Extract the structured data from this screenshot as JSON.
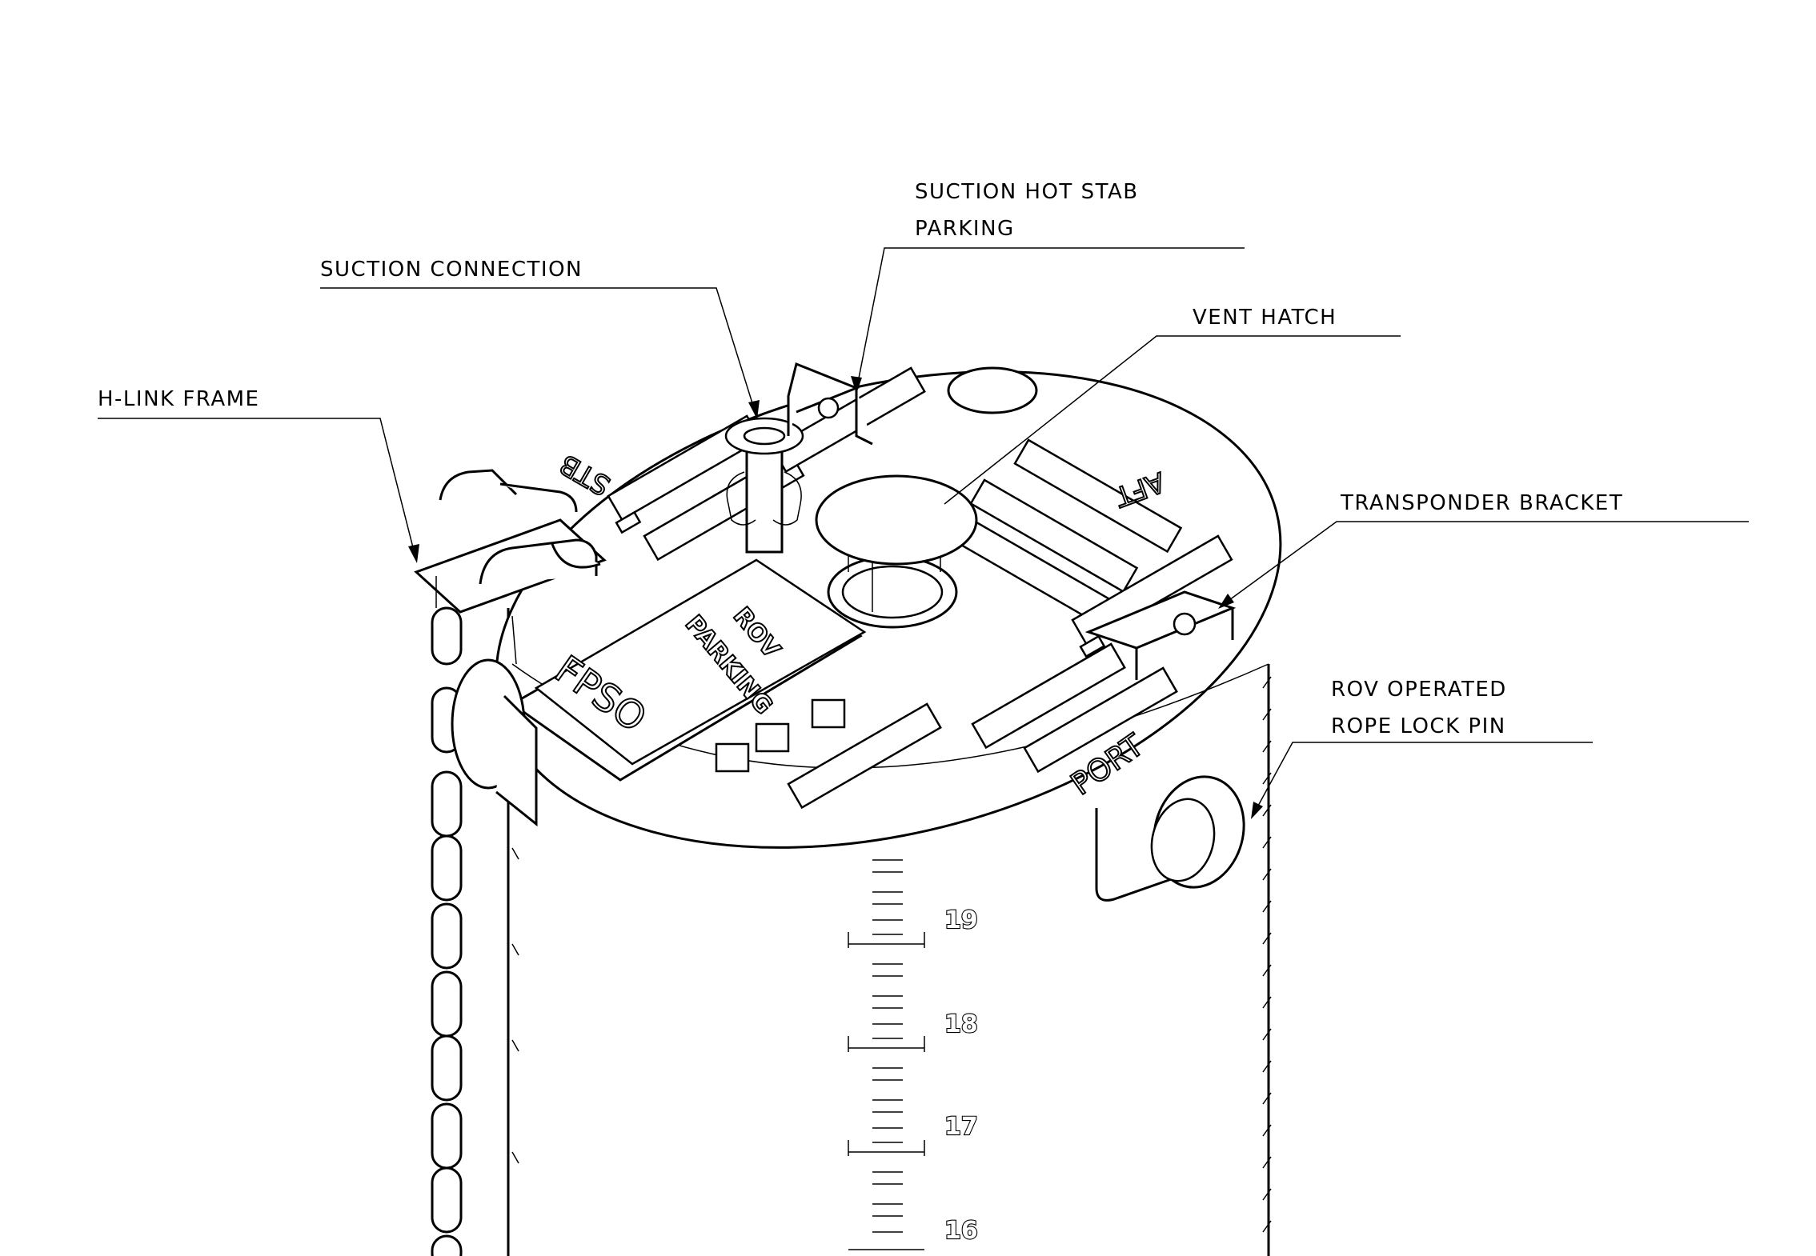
{
  "labels": {
    "suction_hot_stab_line1": "SUCTION HOT STAB",
    "suction_hot_stab_line2": "PARKING",
    "suction_connection": "SUCTION CONNECTION",
    "vent_hatch": "VENT HATCH",
    "h_link_frame": "H-LINK FRAME",
    "transponder_bracket": "TRANSPONDER BRACKET",
    "rope_lock_pin_line1": "ROV OPERATED",
    "rope_lock_pin_line2": "ROPE LOCK PIN"
  },
  "deck_markings": {
    "stb": "STB",
    "aft": "AFT",
    "port": "PORT",
    "fpso": "FPSO",
    "rov_line1": "ROV",
    "rov_line2": "PARKING"
  },
  "scale_marks": [
    "19",
    "18",
    "17",
    "16"
  ]
}
